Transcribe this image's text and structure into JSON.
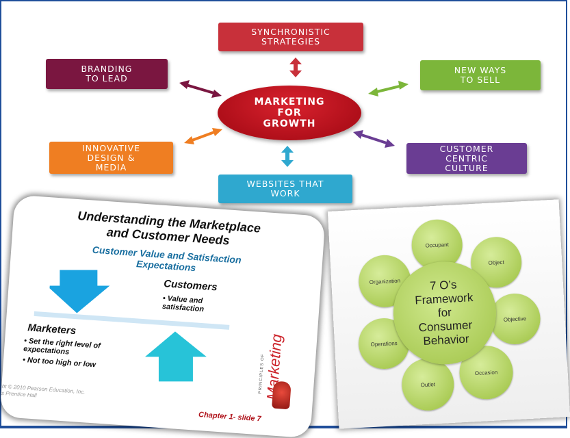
{
  "diagram": {
    "center": "MARKETING\nFOR\nGROWTH",
    "nodes": {
      "synchronistic": {
        "label": "SYNCHRONISTIC\nSTRATEGIES",
        "color": "#c8303a"
      },
      "branding": {
        "label": "BRANDING\nTO LEAD",
        "color": "#7a1640"
      },
      "new_ways": {
        "label": "NEW WAYS\nTO SELL",
        "color": "#7cb63a"
      },
      "innovative": {
        "label": "INNOVATIVE\nDESIGN &\nMEDIA",
        "color": "#ef7e22"
      },
      "customer": {
        "label": "CUSTOMER\nCENTRIC\nCULTURE",
        "color": "#6a3d93"
      },
      "websites": {
        "label": "WEBSITES THAT\nWORK",
        "color": "#2fa8cf"
      }
    }
  },
  "slide": {
    "title": "Understanding the Marketplace\nand Customer Needs",
    "subtitle": "Customer Value and Satisfaction\nExpectations",
    "customers_heading": "Customers",
    "customers_bullet": "• Value and\n  satisfaction",
    "marketers_heading": "Marketers",
    "marketers_bullets": [
      "• Set the right level of\n  expectations",
      "• Not too high or low"
    ],
    "copyright": "ght © 2010 Pearson Education, Inc.\nas Prentice Hall",
    "chapter": "Chapter 1- slide 7",
    "brand_small": "PRINCIPLES OF",
    "brand_large": "Marketing"
  },
  "seven_os": {
    "center": "7 O’s\nFramework\nfor\nConsumer\nBehavior",
    "petals": {
      "occupant": "Occupant",
      "object": "Object",
      "objective": "Objective",
      "occasion": "Occasion",
      "outlet": "Outlet",
      "operations": "Operations",
      "organization": "Organization"
    }
  }
}
